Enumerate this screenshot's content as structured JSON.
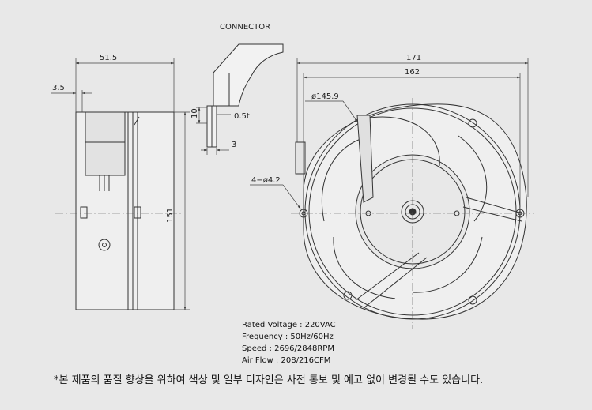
{
  "connector_label": "CONNECTOR",
  "dims": {
    "side_width": "51.5",
    "side_offset": "3.5",
    "height": "151",
    "conn_height": "10",
    "conn_thickness": "0.5t",
    "conn_width": "3",
    "overall_width": "171",
    "hole_pitch": "162",
    "bore_diameter": "ø145.9",
    "mount_holes": "4−ø4.2"
  },
  "specs": [
    {
      "label": "Rated Voltage",
      "value": "220VAC"
    },
    {
      "label": "Frequency",
      "value": "50Hz/60Hz"
    },
    {
      "label": "Speed",
      "value": "2696/2848RPM"
    },
    {
      "label": "Air Flow",
      "value": "208/216CFM"
    }
  ],
  "spec_separator": " : ",
  "footnote": "*본 제품의 품질 향상을 위하여 색상 및 일부 디자인은 사전 통보 및 예고 없이 변경될 수도 있습니다."
}
